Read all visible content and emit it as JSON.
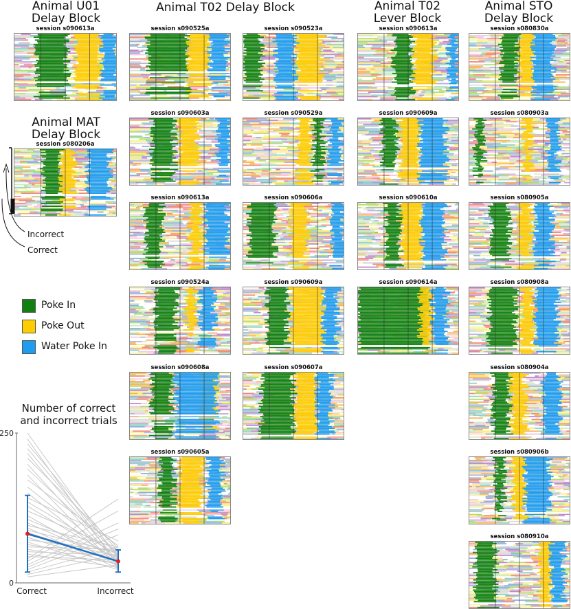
{
  "colors": {
    "poke_in": "#118011",
    "poke_out": "#ffcc00",
    "water_poke_in": "#1e9cf0",
    "mean_line": "#1f6fbf",
    "mean_dot": "#e02020",
    "trial_line": "#c8c8c8"
  },
  "background_colors": [
    "#8fd3c5",
    "#f6f3a6",
    "#b8b4d8",
    "#f08b78",
    "#8eb2d2",
    "#f7b45e",
    "#b3dd6a",
    "#f7c7de",
    "#dcdcdc",
    "#c089c8",
    "#cdeac4",
    "#ffea7a",
    "#ffffff",
    "#ffffff",
    "#ffffff"
  ],
  "headers": {
    "u01": "Animal U01\nDelay Block",
    "t02_delay": "Animal T02 Delay Block",
    "t02_lever": "Animal T02\nLever Block",
    "sto": "Animal STO\nDelay Block",
    "mat": "Animal MAT\nDelay Block"
  },
  "annotations": {
    "incorrect": "Incorrect",
    "correct": "Correct"
  },
  "legend": [
    {
      "label": "Poke In",
      "color": "#118011"
    },
    {
      "label": "Poke Out",
      "color": "#ffcc00"
    },
    {
      "label": "Water Poke In",
      "color": "#1e9cf0"
    }
  ],
  "panels": [
    {
      "title": "session s090613a",
      "seed": 3,
      "pin": [
        0.22,
        0.52
      ],
      "pout": [
        0.6,
        0.85
      ],
      "water": [
        0.86,
        1.0
      ],
      "split": 0.72
    },
    {
      "title": "session s080206a",
      "seed": 7,
      "pin": [
        0.28,
        0.46
      ],
      "pout": [
        0.46,
        0.58
      ],
      "water": [
        0.72,
        0.94
      ],
      "split": 0.68
    },
    {
      "title": "session s090525a",
      "seed": 11,
      "pin": [
        0.18,
        0.58
      ],
      "pout": [
        0.58,
        0.78
      ],
      "water": [
        0.8,
        0.97
      ],
      "split": 0.56
    },
    {
      "title": "session s090523a",
      "seed": 13,
      "pin": [
        0.0,
        0.18
      ],
      "pout": [
        0.54,
        0.78
      ],
      "water": [
        0.32,
        0.52
      ],
      "split": 0.74
    },
    {
      "title": "session s090613a",
      "seed": 17,
      "pin": [
        0.36,
        0.54
      ],
      "pout": [
        0.56,
        0.76
      ],
      "water": [
        0.9,
        1.0
      ],
      "split": 0.76
    },
    {
      "title": "session s090609a",
      "seed": 19,
      "pin": [
        0.24,
        0.38
      ],
      "pout": [
        0.42,
        0.62
      ],
      "water": [
        0.62,
        0.88
      ],
      "split": 0.74
    },
    {
      "title": "session s080830a",
      "seed": 23,
      "pin": [
        0.32,
        0.48
      ],
      "pout": [
        0.5,
        0.64
      ],
      "water": [
        0.64,
        0.84
      ],
      "split": 0.74
    },
    {
      "title": "session s090603a",
      "seed": 29,
      "pin": [
        0.22,
        0.44
      ],
      "pout": [
        0.5,
        0.68
      ],
      "water": [
        0.88,
        1.0
      ],
      "split": 0.72
    },
    {
      "title": "session s090529a",
      "seed": 31,
      "pin": [
        0.7,
        0.8
      ],
      "pout": [
        0.54,
        0.68
      ],
      "water": [
        0.86,
        0.98
      ],
      "split": 0.72
    },
    {
      "title": "session s090609a",
      "seed": 37,
      "pin": [
        0.3,
        0.44
      ],
      "pout": [
        0.46,
        0.66
      ],
      "water": [
        0.66,
        0.94
      ],
      "split": 0.78
    },
    {
      "title": "session s080903a",
      "seed": 41,
      "pin": [
        0.06,
        0.14
      ],
      "pout": [
        0.54,
        0.62
      ],
      "water": [
        0.78,
        0.88
      ],
      "split": 0.8
    },
    {
      "title": "session s090613a",
      "seed": 43,
      "pin": [
        0.16,
        0.32
      ],
      "pout": [
        0.6,
        0.72
      ],
      "water": [
        0.76,
        0.98
      ],
      "split": 0.78
    },
    {
      "title": "session s090606a",
      "seed": 47,
      "pin": [
        0.06,
        0.32
      ],
      "pout": [
        0.48,
        0.64
      ],
      "water": [
        0.88,
        1.0
      ],
      "split": 0.82
    },
    {
      "title": "session s090610a",
      "seed": 53,
      "pin": [
        0.28,
        0.42
      ],
      "pout": [
        0.44,
        0.64
      ],
      "water": [
        0.64,
        0.86
      ],
      "split": 0.86
    },
    {
      "title": "session s080905a",
      "seed": 59,
      "pin": [
        0.22,
        0.4
      ],
      "pout": [
        0.5,
        0.62
      ],
      "water": [
        0.66,
        0.82
      ],
      "split": 0.8
    },
    {
      "title": "session s090524a",
      "seed": 61,
      "pin": [
        0.26,
        0.46
      ],
      "pout": [
        0.56,
        0.66
      ],
      "water": [
        0.7,
        0.84
      ],
      "split": 0.66
    },
    {
      "title": "session s090609a",
      "seed": 67,
      "pin": [
        0.24,
        0.44
      ],
      "pout": [
        0.48,
        0.8
      ],
      "water": [
        0.8,
        0.94
      ],
      "split": 0.86
    },
    {
      "title": "session s090614a",
      "seed": 71,
      "pin": [
        0.0,
        0.7
      ],
      "pout": [
        0.62,
        0.74
      ],
      "water": [
        0.74,
        0.88
      ],
      "split": 0.86
    },
    {
      "title": "session s080908a",
      "seed": 73,
      "pin": [
        0.2,
        0.46
      ],
      "pout": [
        0.52,
        0.64
      ],
      "water": [
        0.66,
        0.88
      ],
      "split": 0.9
    },
    {
      "title": "session s090608a",
      "seed": 79,
      "pin": [
        0.22,
        0.42
      ],
      "pout": [
        0.7,
        0.86
      ],
      "water": [
        0.46,
        0.86
      ],
      "split": 0.62
    },
    {
      "title": "session s090607a",
      "seed": 83,
      "pin": [
        0.18,
        0.5
      ],
      "pout": [
        0.52,
        0.74
      ],
      "water": [
        0.74,
        0.88
      ],
      "split": 0.94
    },
    {
      "title": "session s080904a",
      "seed": 89,
      "pin": [
        0.24,
        0.4
      ],
      "pout": [
        0.42,
        0.56
      ],
      "water": [
        0.74,
        0.9
      ],
      "split": 0.94
    },
    {
      "title": "session s090605a",
      "seed": 97,
      "pin": [
        0.3,
        0.44
      ],
      "pout": [
        0.5,
        0.72
      ],
      "water": [
        0.78,
        0.92
      ],
      "split": 0.76
    },
    {
      "title": "session s080906b",
      "seed": 101,
      "pin": [
        0.26,
        0.34
      ],
      "pout": [
        0.44,
        0.56
      ],
      "water": [
        0.56,
        0.8
      ],
      "split": 0.82
    },
    {
      "title": "session s080910a",
      "seed": 103,
      "pin": [
        0.06,
        0.26
      ],
      "pout": [
        0.7,
        0.82
      ],
      "water": [
        0.82,
        0.94
      ],
      "split": 0.92
    }
  ],
  "chart_data": {
    "type": "line",
    "title": "Number of correct\nand incorrect trials",
    "categories": [
      "Correct",
      "Incorrect"
    ],
    "ylim": [
      0,
      250
    ],
    "yticks": [
      0,
      250
    ],
    "mean": [
      82,
      36
    ],
    "errorbar_low": [
      18,
      18
    ],
    "errorbar_high": [
      146,
      55
    ],
    "sessions": [
      [
        250,
        40
      ],
      [
        240,
        28
      ],
      [
        232,
        52
      ],
      [
        224,
        45
      ],
      [
        216,
        35
      ],
      [
        208,
        58
      ],
      [
        198,
        32
      ],
      [
        190,
        48
      ],
      [
        180,
        25
      ],
      [
        172,
        62
      ],
      [
        160,
        40
      ],
      [
        150,
        30
      ],
      [
        142,
        70
      ],
      [
        135,
        46
      ],
      [
        128,
        38
      ],
      [
        120,
        55
      ],
      [
        112,
        28
      ],
      [
        106,
        42
      ],
      [
        100,
        34
      ],
      [
        96,
        60
      ],
      [
        92,
        24
      ],
      [
        88,
        50
      ],
      [
        84,
        36
      ],
      [
        80,
        44
      ],
      [
        76,
        30
      ],
      [
        72,
        52
      ],
      [
        68,
        22
      ],
      [
        64,
        40
      ],
      [
        60,
        56
      ],
      [
        56,
        32
      ],
      [
        52,
        46
      ],
      [
        48,
        26
      ],
      [
        44,
        38
      ],
      [
        40,
        140
      ],
      [
        36,
        120
      ],
      [
        30,
        100
      ],
      [
        26,
        90
      ],
      [
        22,
        80
      ],
      [
        18,
        60
      ],
      [
        14,
        48
      ],
      [
        10,
        30
      ]
    ]
  }
}
